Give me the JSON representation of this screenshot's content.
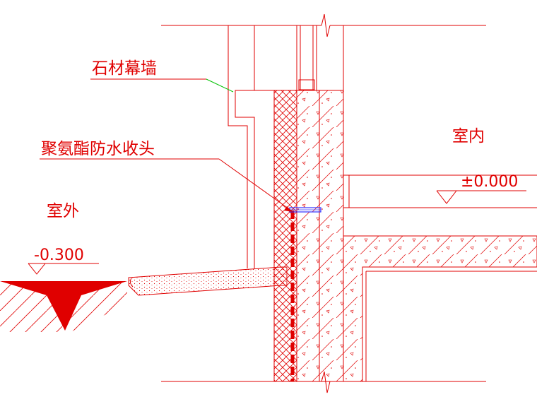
{
  "labels": {
    "stone_curtain_wall": "石材幕墙",
    "pu_waterproof_end": "聚氨酯防水收头",
    "indoor": "室内",
    "outdoor": "室外",
    "indoor_level": "±0.000",
    "outdoor_level": "-0.300"
  },
  "colors": {
    "line": "#e00000",
    "leader": "#00c000",
    "fastener": "#3030ff",
    "background": "#ffffff"
  }
}
